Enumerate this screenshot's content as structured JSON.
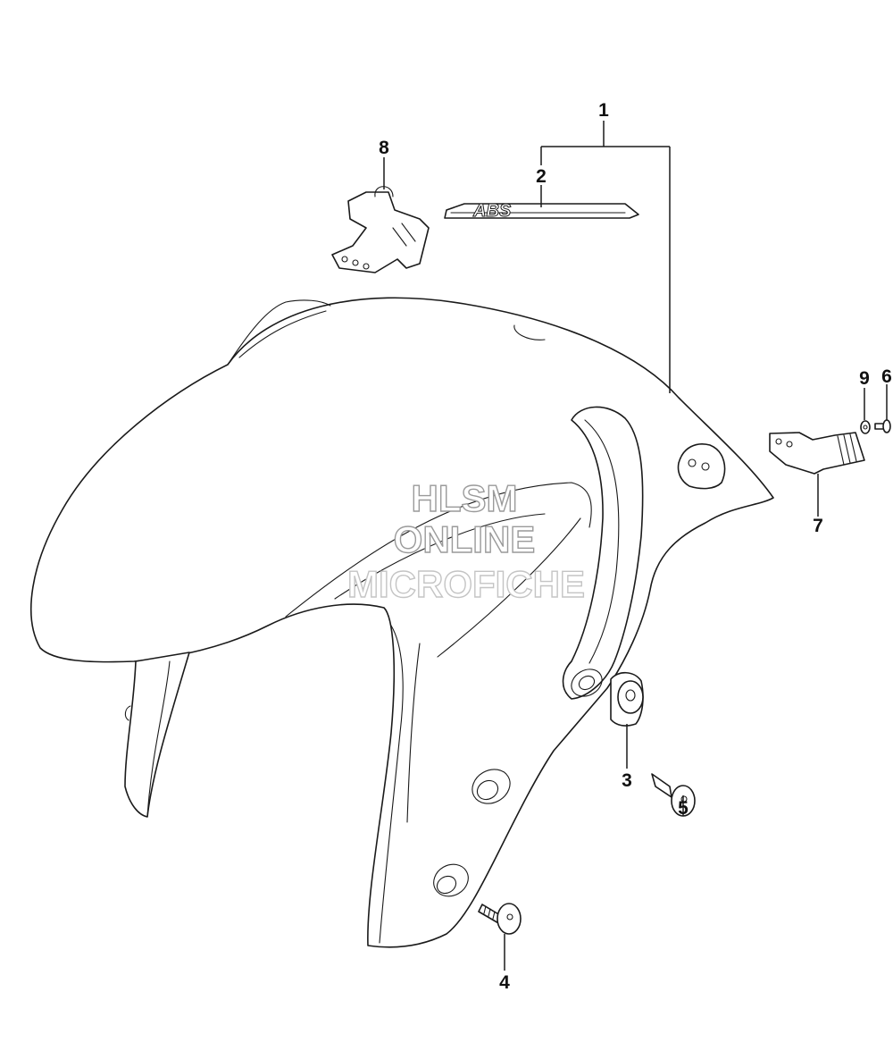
{
  "callouts": {
    "c1": "1",
    "c2": "2",
    "c3": "3",
    "c4": "4",
    "c5": "5",
    "c6": "6",
    "c7": "7",
    "c8": "8",
    "c9": "9"
  },
  "emblem": {
    "text": "ABS"
  },
  "watermark": {
    "line1": "HLSM",
    "line2": "ONLINE",
    "line3": "MICROFICHE"
  },
  "colors": {
    "line": "#1a1a1a",
    "watermark_outline": "#9a9a9a"
  }
}
